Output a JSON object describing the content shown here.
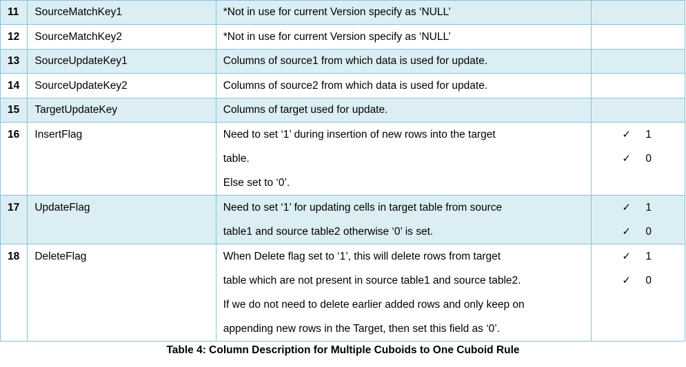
{
  "table": {
    "rows": [
      {
        "num": "11",
        "name": "SourceMatchKey1",
        "desc": [
          "*Not in use for current Version specify as ‘NULL’"
        ],
        "values": []
      },
      {
        "num": "12",
        "name": "SourceMatchKey2",
        "desc": [
          "*Not in use for current Version specify as ‘NULL’"
        ],
        "values": []
      },
      {
        "num": "13",
        "name": "SourceUpdateKey1",
        "desc": [
          "Columns of source1 from which data is used for update."
        ],
        "values": []
      },
      {
        "num": "14",
        "name": "SourceUpdateKey2",
        "desc": [
          "Columns of source2 from which data is used for update."
        ],
        "values": []
      },
      {
        "num": "15",
        "name": "TargetUpdateKey",
        "desc": [
          "Columns of target used for update."
        ],
        "values": []
      },
      {
        "num": "16",
        "name": "InsertFlag",
        "desc": [
          "Need to set ‘1’ during insertion of new rows into the target",
          "table.",
          "Else set to ‘0’."
        ],
        "values": [
          "1",
          "0"
        ]
      },
      {
        "num": "17",
        "name": "UpdateFlag",
        "desc": [
          "Need to set ‘1’ for updating cells in target table from source",
          "table1 and source table2 otherwise ‘0’ is set."
        ],
        "values": [
          "1",
          "0"
        ]
      },
      {
        "num": "18",
        "name": "DeleteFlag",
        "desc": [
          "When Delete flag set to ‘1’, this will delete rows from target",
          "table which are not present in source table1 and source table2.",
          "If we do not need to delete earlier added rows and only keep on",
          "appending new rows in the Target, then set this field as ‘0’."
        ],
        "values": [
          "1",
          "0"
        ]
      }
    ],
    "check_glyph": "✓",
    "colors": {
      "border": "#8bc0d6",
      "shade": "#dbeef4"
    }
  },
  "caption": "Table 4: Column Description for Multiple Cuboids to One Cuboid Rule"
}
